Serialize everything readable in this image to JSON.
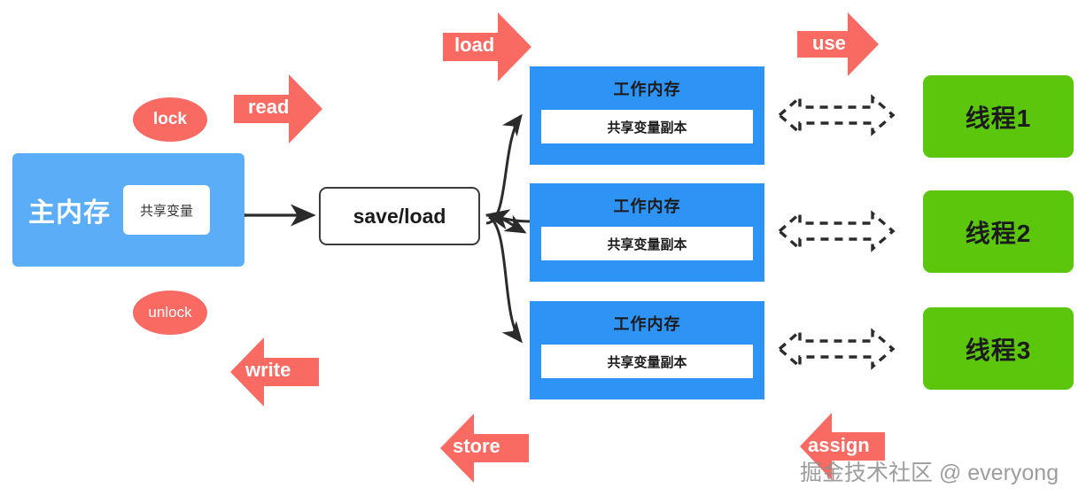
{
  "diagram": {
    "title": "Java Memory Model",
    "colors": {
      "main_memory_blue": "#5CADF7",
      "work_memory_blue": "#2D93F5",
      "thread_green": "#5BC60B",
      "arrow_red": "#F96A63",
      "line_dark": "#2b2b2b",
      "white": "#ffffff"
    }
  },
  "main_memory": {
    "label": "主内存",
    "shared_variable": "共享变量"
  },
  "save_load": {
    "label": "save/load"
  },
  "locks": [
    {
      "name": "lock",
      "label": "lock",
      "weight": "bold"
    },
    {
      "name": "unlock",
      "label": "unlock",
      "weight": "regular"
    }
  ],
  "work_memories": [
    {
      "title": "工作内存",
      "copy": "共享变量副本"
    },
    {
      "title": "工作内存",
      "copy": "共享变量副本"
    },
    {
      "title": "工作内存",
      "copy": "共享变量副本"
    }
  ],
  "threads": [
    {
      "label": "线程1"
    },
    {
      "label": "线程2"
    },
    {
      "label": "线程3"
    }
  ],
  "operations": [
    {
      "name": "read",
      "label": "read",
      "direction": "right"
    },
    {
      "name": "load",
      "label": "load",
      "direction": "right"
    },
    {
      "name": "use",
      "label": "use",
      "direction": "right"
    },
    {
      "name": "write",
      "label": "write",
      "direction": "left"
    },
    {
      "name": "store",
      "label": "store",
      "direction": "left"
    },
    {
      "name": "assign",
      "label": "assign",
      "direction": "left"
    }
  ],
  "watermark": {
    "text": "掘金技术社区 @ everyong"
  }
}
